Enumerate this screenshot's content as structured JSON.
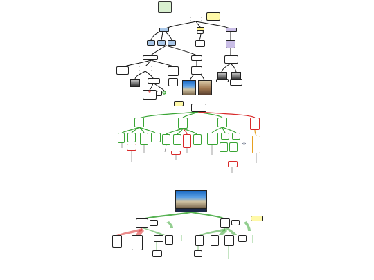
{
  "diagram": {
    "sections": [
      "top-tree",
      "middle-tree",
      "bottom-tree"
    ],
    "colors": {
      "connector": "#111111",
      "positive": "#3aa535",
      "negative": "#d82a2a",
      "warning": "#e6a020",
      "note": "#fff9a8",
      "tag_blue": "#a9c7e8",
      "tag_lavender": "#c9bde6",
      "header_bg": "#1c2a4a"
    },
    "icons": [
      "crossed-circle-icon",
      "plus-circle-icon",
      "link-icon"
    ]
  }
}
